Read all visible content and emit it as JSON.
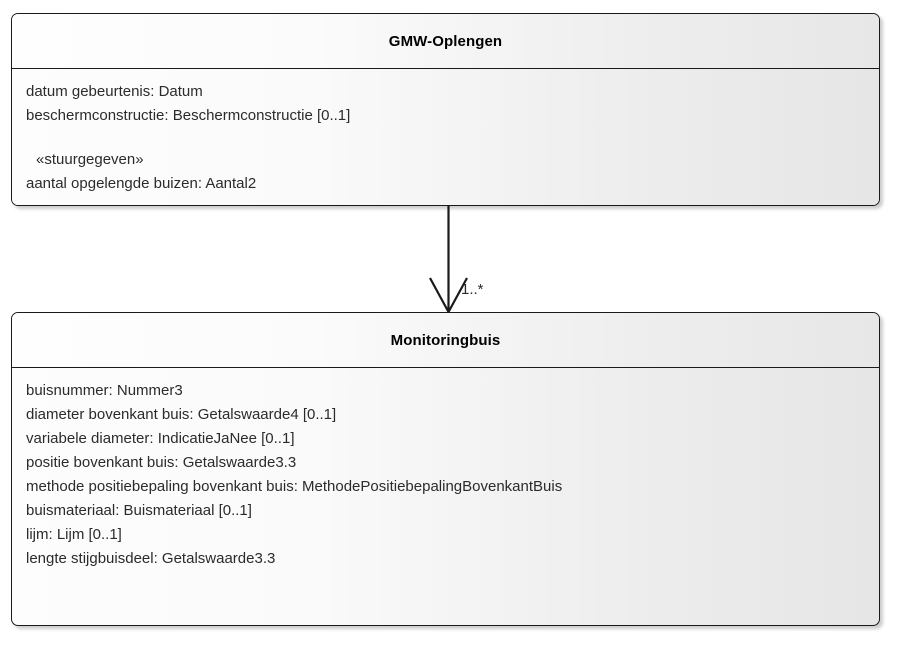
{
  "diagram": {
    "type": "uml-class-diagram",
    "background_color": "#ffffff",
    "border_color": "#1a1a1a",
    "text_color": "#2b2b2b",
    "classes": [
      {
        "id": "gmw-oplengen",
        "title": "GMW-Oplengen",
        "attributes": [
          {
            "text": "datum gebeurtenis: Datum",
            "stereotype": false
          },
          {
            "text": "beschermconstructie: Beschermconstructie [0..1]",
            "stereotype": false
          },
          {
            "text": "«stuurgegeven»",
            "stereotype": true
          },
          {
            "text": "aantal opgelengde buizen: Aantal2",
            "stereotype": false
          }
        ]
      },
      {
        "id": "monitoringbuis",
        "title": "Monitoringbuis",
        "attributes": [
          {
            "text": "buisnummer: Nummer3",
            "stereotype": false
          },
          {
            "text": "diameter bovenkant buis: Getalswaarde4 [0..1]",
            "stereotype": false
          },
          {
            "text": "variabele diameter: IndicatieJaNee [0..1]",
            "stereotype": false
          },
          {
            "text": "positie bovenkant buis: Getalswaarde3.3",
            "stereotype": false
          },
          {
            "text": "methode positiebepaling bovenkant buis: MethodePositiebepalingBovenkantBuis",
            "stereotype": false
          },
          {
            "text": "buismateriaal: Buismateriaal [0..1]",
            "stereotype": false
          },
          {
            "text": "lijm: Lijm [0..1]",
            "stereotype": false
          },
          {
            "text": "lengte stijgbuisdeel: Getalswaarde3.3",
            "stereotype": false
          }
        ]
      }
    ],
    "connector": {
      "kind": "association-directed",
      "arrowhead": "open-arrow",
      "from": "gmw-oplengen",
      "to": "monitoringbuis",
      "target_multiplicity": "1..*"
    }
  }
}
